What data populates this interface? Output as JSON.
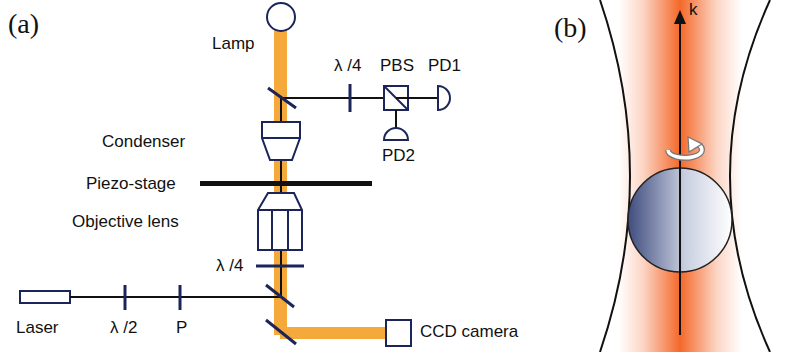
{
  "diagram": {
    "labels": [
      "(a)",
      "Lamp",
      "λ /4",
      "PBS",
      "PD1",
      "PD2",
      "Condenser",
      "Piezo-stage",
      "Objective lens",
      "λ /4",
      "Laser",
      "λ /2",
      "P",
      "CCD camera",
      "(b)",
      "k"
    ]
  }
}
